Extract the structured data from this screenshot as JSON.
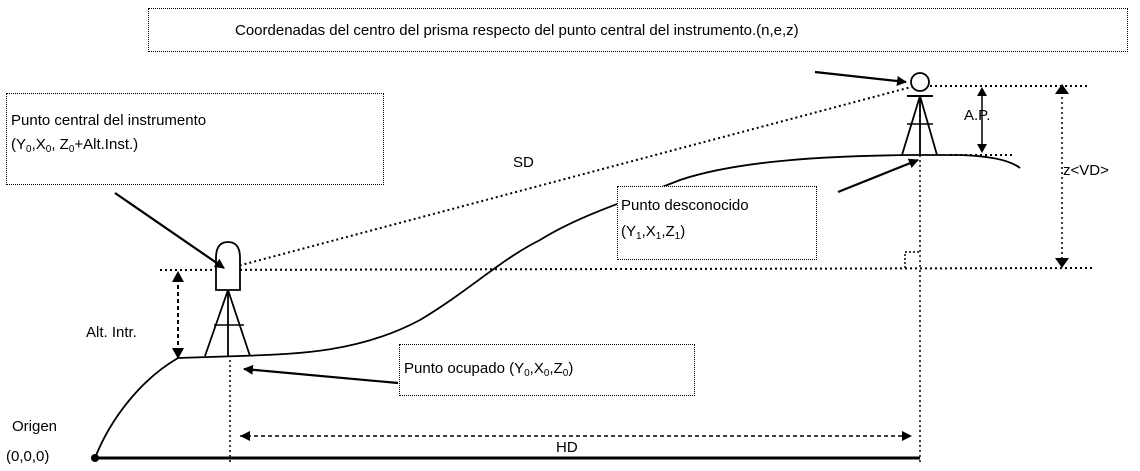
{
  "top_caption": "Coordenadas del centro del prisma  respecto del punto central del instrumento.(n,e,z)",
  "instrument_center": {
    "title": "Punto central del instrumento",
    "coords_open": "(Y",
    "coords_sub0": "0",
    "coords_mid1": ",X",
    "coords_sub1": "0",
    "coords_mid2": ", Z",
    "coords_sub2": "0",
    "coords_close": "+Alt.Inst.)"
  },
  "unknown_point": {
    "title": "Punto desconocido",
    "coords_open": "(Y",
    "coords_sub0": "1",
    "coords_mid1": ",X",
    "coords_sub1": "1",
    "coords_mid2": ",Z",
    "coords_sub2": "1",
    "coords_close": ")"
  },
  "occupied_point": {
    "title": "Punto ocupado (Y",
    "coords_sub0": "0",
    "coords_mid1": ",X",
    "coords_sub1": "0",
    "coords_mid2": ",Z",
    "coords_sub2": "0",
    "coords_close": ")"
  },
  "labels": {
    "sd": "SD",
    "ap": "A.P.",
    "vd": "z<VD>",
    "alt_intr": "Alt. Intr.",
    "origin": "Origen",
    "origin_coords": "(0,0,0)",
    "hd": "HD"
  }
}
